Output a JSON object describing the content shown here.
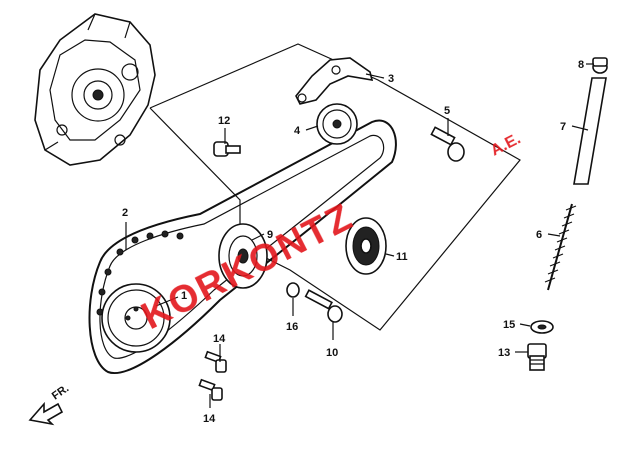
{
  "watermark": {
    "text": "KORKONTZ",
    "suffix": "A.E.",
    "color": "#e3161b"
  },
  "direction_label": "FR.",
  "callouts": [
    {
      "id": "1",
      "label": "1"
    },
    {
      "id": "2",
      "label": "2"
    },
    {
      "id": "3",
      "label": "3"
    },
    {
      "id": "4",
      "label": "4"
    },
    {
      "id": "5",
      "label": "5"
    },
    {
      "id": "6",
      "label": "6"
    },
    {
      "id": "7",
      "label": "7"
    },
    {
      "id": "8",
      "label": "8"
    },
    {
      "id": "9",
      "label": "9"
    },
    {
      "id": "10",
      "label": "10"
    },
    {
      "id": "11",
      "label": "11"
    },
    {
      "id": "12",
      "label": "12"
    },
    {
      "id": "13",
      "label": "13"
    },
    {
      "id": "14a",
      "label": "14"
    },
    {
      "id": "14b",
      "label": "14"
    },
    {
      "id": "15",
      "label": "15"
    },
    {
      "id": "16",
      "label": "16"
    }
  ]
}
